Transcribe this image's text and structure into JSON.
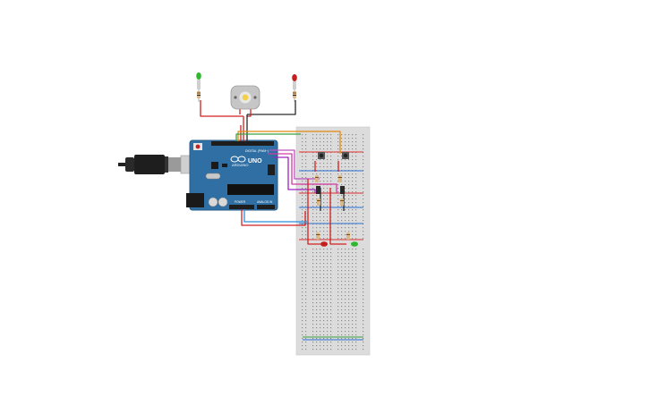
{
  "canvas": {
    "background": "#ffffff"
  },
  "arduino": {
    "logo_text": "ARDUINO",
    "model_text": "UNO",
    "digital_label": "DIGITAL (PWM~)",
    "power_label": "POWER",
    "analog_label": "ANALOG IN",
    "board_color": "#2f6fa3",
    "header_color": "#1e1e1e"
  },
  "components": {
    "motor": "dc-motor",
    "leds_top": [
      "green",
      "red"
    ],
    "leds_breadboard": [
      "red",
      "green"
    ],
    "pushbuttons": 2,
    "transistors": 2
  },
  "colors": {
    "wire_red": "#d42020",
    "wire_black": "#2a2a2a",
    "wire_blue": "#2a8fd6",
    "wire_purple": "#a020c0",
    "wire_magenta": "#d43aa0",
    "wire_orange": "#e08a10",
    "wire_green": "#3aa040",
    "led_green": "#2fb82f",
    "led_red": "#c41e1e",
    "breadboard": "#dcdcdc",
    "rail_red": "#e03030",
    "rail_blue": "#2a6fd6"
  }
}
